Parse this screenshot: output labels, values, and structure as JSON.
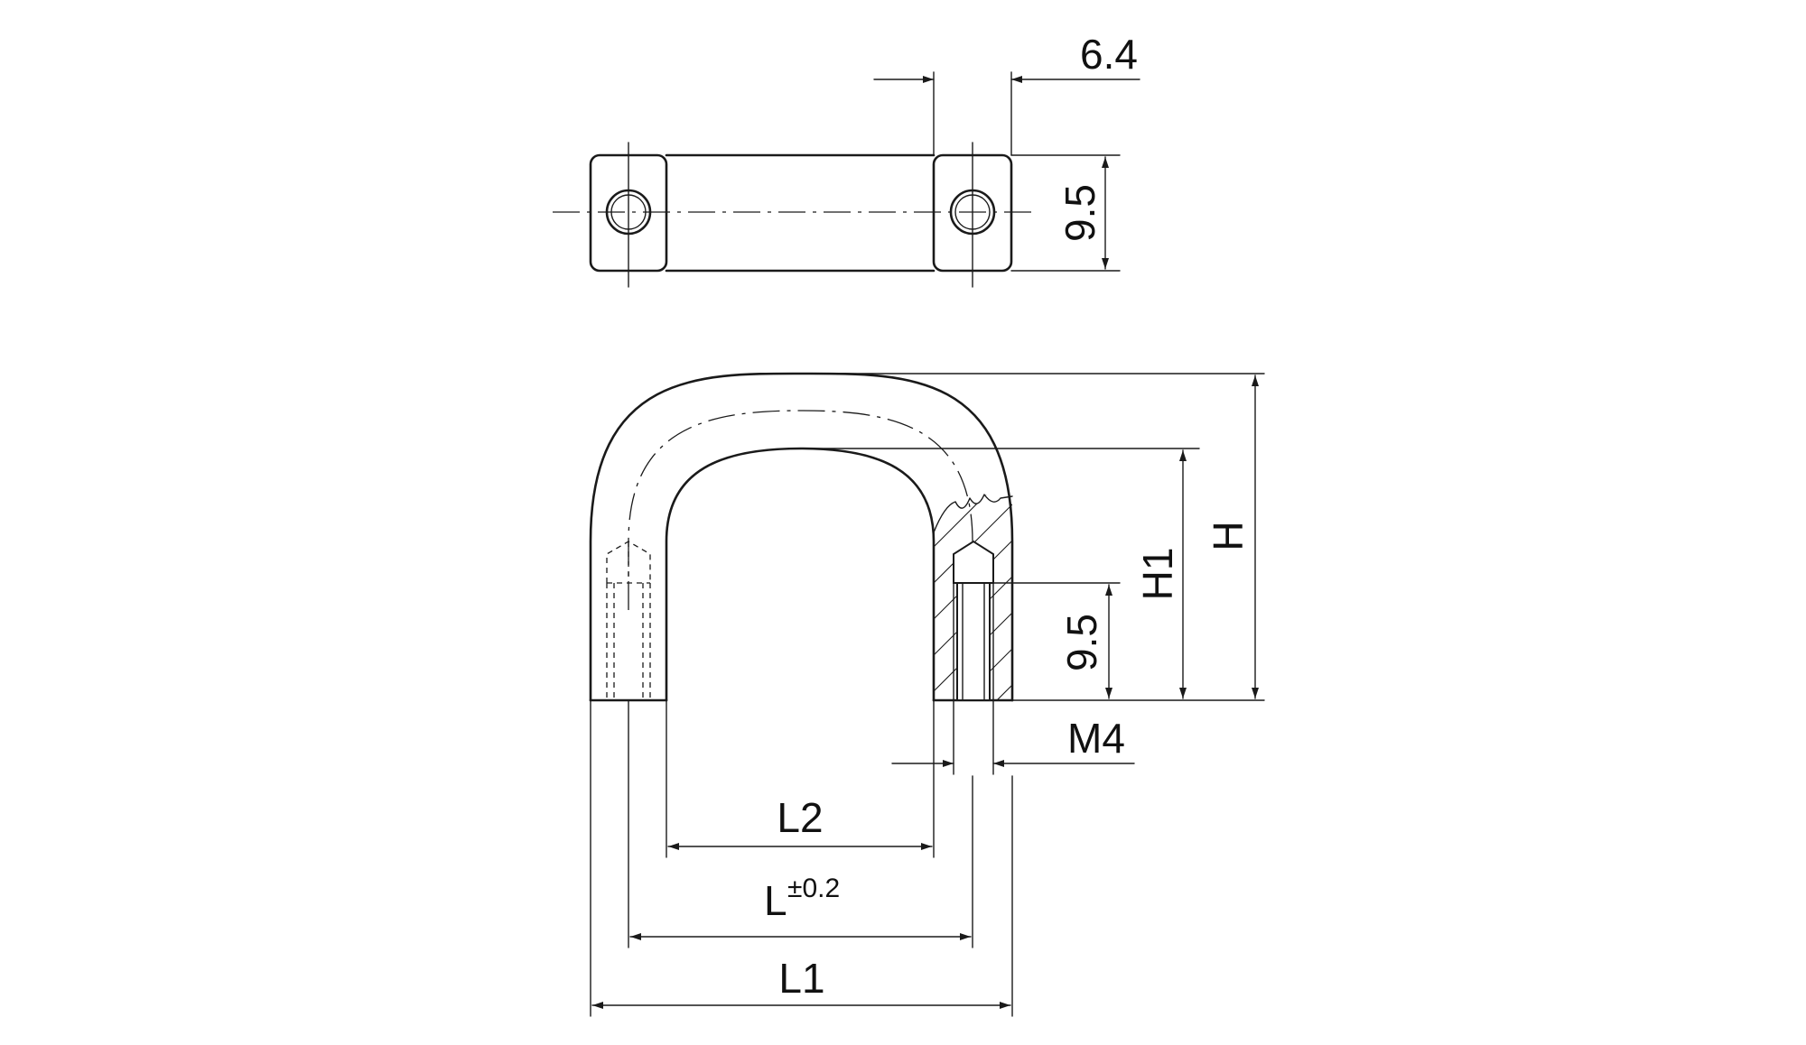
{
  "colors": {
    "line": "#1a1a1a",
    "background": "#ffffff"
  },
  "dimensions": {
    "top_width": "6.4",
    "top_height": "9.5",
    "thread_depth": "9.5",
    "thread": "M4",
    "height_total": "H",
    "height_inner": "H1",
    "length_inner": "L2",
    "length_center": "L",
    "length_center_tolerance": "±0.2",
    "length_overall": "L1"
  }
}
